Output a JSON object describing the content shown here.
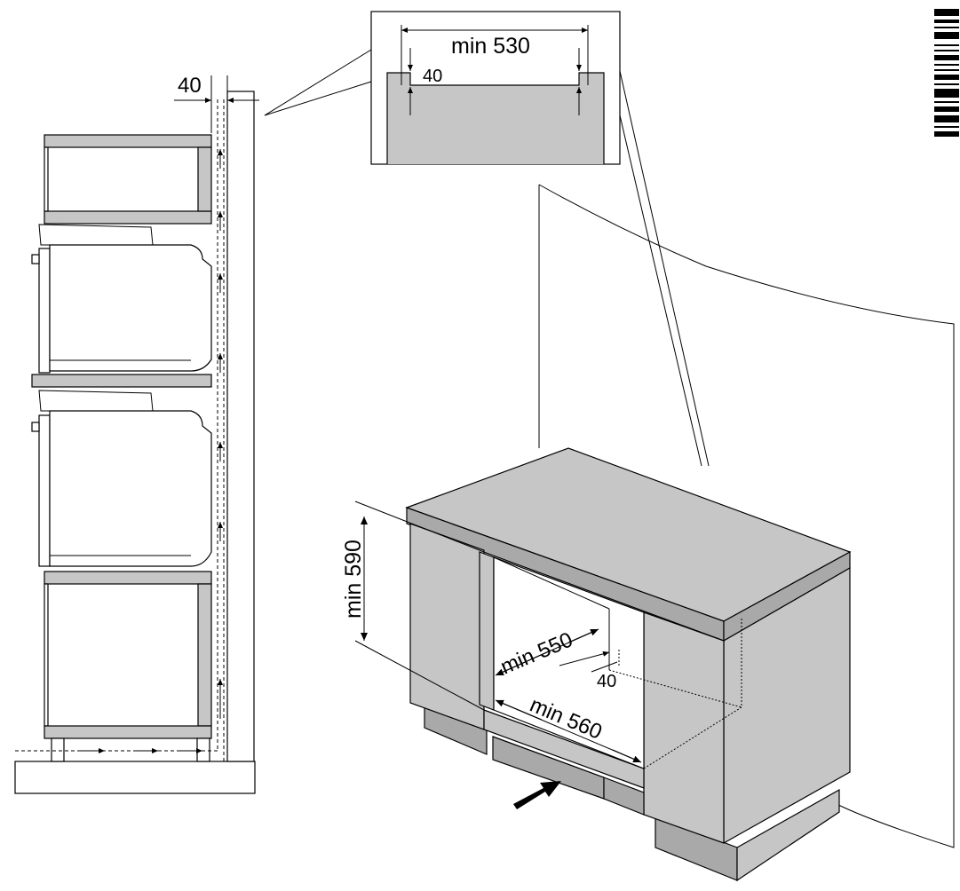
{
  "side_view": {
    "gap_label": "40"
  },
  "detail_view": {
    "width_label": "min 530",
    "gap_label": "40"
  },
  "cabinet_view": {
    "height_label": "min 590",
    "depth_label": "min 550",
    "width_label": "min 560",
    "rear_gap_label": "40"
  }
}
